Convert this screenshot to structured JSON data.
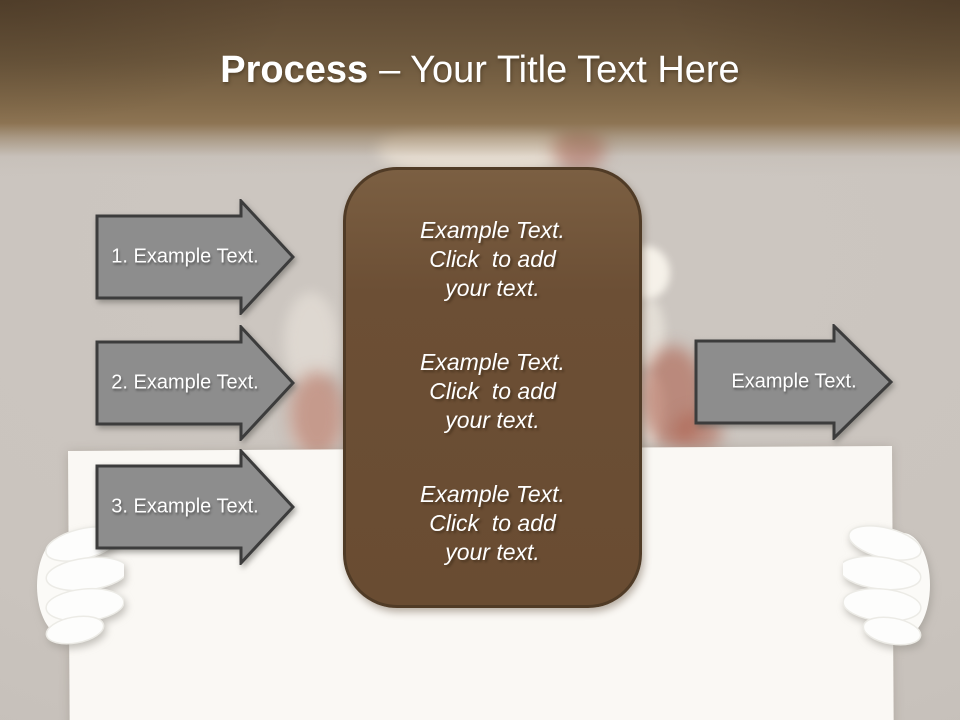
{
  "slide": {
    "header": {
      "title_emphasis": "Process",
      "title_rest": "– Your Title Text Here"
    },
    "process_steps": [
      {
        "label": "1. Example Text."
      },
      {
        "label": "2. Example Text."
      },
      {
        "label": "3. Example Text."
      }
    ],
    "center_box": {
      "paragraphs": [
        {
          "lines": [
            "Example Text.",
            "Click  to add",
            "your text."
          ]
        },
        {
          "lines": [
            "Example Text.",
            "Click  to add",
            "your text."
          ]
        },
        {
          "lines": [
            "Example Text.",
            "Click  to add",
            "your text."
          ]
        }
      ]
    },
    "output_arrow": {
      "label": "Example Text."
    },
    "background_image": "faded-photo-santa-holding-blank-white-board",
    "colors": {
      "header_gradient_top": "#5d4933",
      "header_gradient_bottom": "#8d7453",
      "canvas_gray": "#cac4be",
      "arrow_fill": "#8d8d8d",
      "arrow_border": "#3c3c3c",
      "arrow_text": "#ffffff",
      "box_fill": "#6b4e34",
      "box_border": "#503b26",
      "box_text": "#ffffff",
      "board_white": "#faf8f4",
      "title_text": "#ffffff"
    }
  }
}
